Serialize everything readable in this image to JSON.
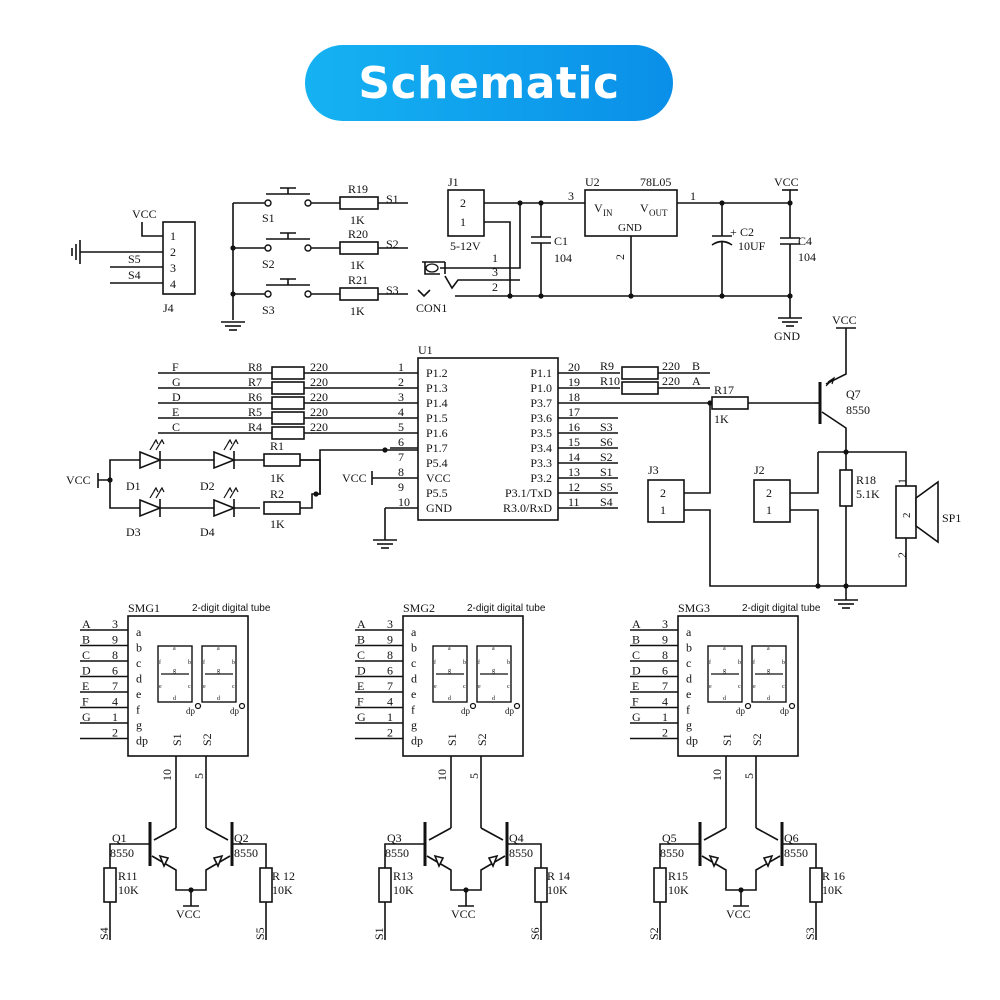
{
  "header": {
    "title": "Schematic"
  },
  "j4": {
    "ref": "J4",
    "pins": [
      "1",
      "2",
      "3",
      "4"
    ],
    "vcc": "VCC",
    "s5": "S5",
    "s4": "S4"
  },
  "switches": {
    "s1": "S1",
    "s2": "S2",
    "s3": "S3",
    "r19": "R19",
    "r20": "R20",
    "r21": "R21",
    "val": "1K",
    "o1": "S1",
    "o2": "S2",
    "o3": "S3"
  },
  "power": {
    "j1": "J1",
    "j1_p2": "2",
    "j1_p1": "1",
    "j1_val": "5-12V",
    "con": "CON1",
    "con_p1": "1",
    "con_p2": "2",
    "con_p3": "3",
    "c1": "C1",
    "c1_val": "104",
    "u2": "U2",
    "u2_val": "78L05",
    "vin": "V",
    "vin_sub": "IN",
    "vout": "V",
    "vout_sub": "OUT",
    "gnd_lbl": "GND",
    "pin3": "3",
    "pin1": "1",
    "pin2": "2",
    "c2": "C2",
    "c2_val": "10UF",
    "c2_plus": "+",
    "c4": "C4",
    "c4_val": "104",
    "vcc": "VCC",
    "gnd": "GND"
  },
  "mcu": {
    "ref": "U1",
    "left_pins": [
      {
        "num": "1",
        "name": "P1.2"
      },
      {
        "num": "2",
        "name": "P1.3"
      },
      {
        "num": "3",
        "name": "P1.4"
      },
      {
        "num": "4",
        "name": "P1.5"
      },
      {
        "num": "5",
        "name": "P1.6"
      },
      {
        "num": "6",
        "name": "P1.7"
      },
      {
        "num": "7",
        "name": "P5.4"
      },
      {
        "num": "8",
        "name": "VCC"
      },
      {
        "num": "9",
        "name": "P5.5"
      },
      {
        "num": "10",
        "name": "GND"
      }
    ],
    "right_pins": [
      {
        "num": "20",
        "name": "P1.1"
      },
      {
        "num": "19",
        "name": "P1.0"
      },
      {
        "num": "18",
        "name": "P3.7"
      },
      {
        "num": "17",
        "name": "P3.6"
      },
      {
        "num": "16",
        "name": "P3.5"
      },
      {
        "num": "15",
        "name": "P3.4"
      },
      {
        "num": "14",
        "name": "P3.3"
      },
      {
        "num": "13",
        "name": "P3.2"
      },
      {
        "num": "12",
        "name": "P3.1/TxD"
      },
      {
        "num": "11",
        "name": "R3.0/RxD"
      }
    ],
    "right_nets": [
      "",
      "",
      "",
      "",
      "S3",
      "S6",
      "S2",
      "S1",
      "S5",
      "S4"
    ],
    "left_nets": [
      "F",
      "G",
      "D",
      "E",
      "C"
    ],
    "left_res": [
      "R8",
      "R7",
      "R6",
      "R5",
      "R4"
    ],
    "res_val": "220",
    "vcc": "VCC"
  },
  "top_right_res": {
    "r9": "R9",
    "r10": "R10",
    "val": "220",
    "b": "B",
    "a": "A",
    "r17": "R17",
    "r17_val": "1K"
  },
  "leds": {
    "vcc": "VCC",
    "d1": "D1",
    "d2": "D2",
    "d3": "D3",
    "d4": "D4",
    "r1": "R1",
    "r2": "R2",
    "val": "1K"
  },
  "buzzer": {
    "q7": "Q7",
    "q7_val": "8550",
    "vcc": "VCC",
    "j3": "J3",
    "j2": "J2",
    "p2": "2",
    "p1": "1",
    "r18": "R18",
    "r18_val": "5.1K",
    "sp": "SP1",
    "sp_p1": "1",
    "sp_p2": "2"
  },
  "displays": [
    {
      "ref": "SMG1",
      "caption": "2-digit digital tube",
      "q_left": "Q1",
      "q_right": "Q2",
      "r_left": "R11",
      "r_right": "R 12",
      "net_left": "S4",
      "net_right": "S5"
    },
    {
      "ref": "SMG2",
      "caption": "2-digit digital tube",
      "q_left": "Q3",
      "q_right": "Q4",
      "r_left": "R13",
      "r_right": "R 14",
      "net_left": "S1",
      "net_right": "S6"
    },
    {
      "ref": "SMG3",
      "caption": "2-digit digital tube",
      "q_left": "Q5",
      "q_right": "Q6",
      "r_left": "R15",
      "r_right": "R 16",
      "net_left": "S2",
      "net_right": "S3"
    }
  ],
  "display_common": {
    "nets": [
      "A",
      "B",
      "C",
      "D",
      "E",
      "F",
      "G",
      ""
    ],
    "pins": [
      "3",
      "9",
      "8",
      "6",
      "7",
      "4",
      "1",
      "2"
    ],
    "segs": [
      "a",
      "b",
      "c",
      "d",
      "e",
      "f",
      "g",
      "dp"
    ],
    "s1": "S1",
    "s2": "S2",
    "pin10": "10",
    "pin5": "5",
    "q_val": "8550",
    "r_val": "10K",
    "vcc": "VCC",
    "dp": "dp",
    "seg_a": "a",
    "seg_b": "b",
    "seg_c": "c",
    "seg_d": "d",
    "seg_e": "e",
    "seg_f": "f",
    "seg_g": "g"
  }
}
